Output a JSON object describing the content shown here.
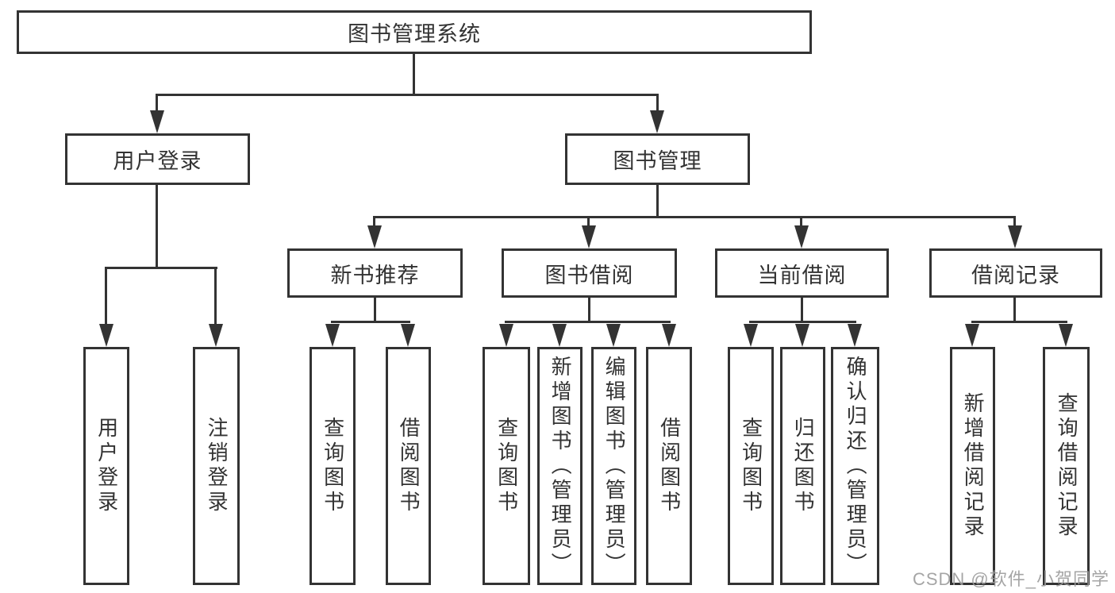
{
  "diagram": {
    "root_label": "图书管理系统",
    "user_branch": {
      "label": "用户登录",
      "leaves": [
        "用户登录",
        "注销登录"
      ]
    },
    "book_branch": {
      "label": "图书管理",
      "sections": [
        {
          "label": "新书推荐",
          "leaves": [
            "查询图书",
            "借阅图书"
          ]
        },
        {
          "label": "图书借阅",
          "leaves": [
            "查询图书",
            "新增图书（管理员）",
            "编辑图书（管理员）",
            "借阅图书"
          ]
        },
        {
          "label": "当前借阅",
          "leaves": [
            "查询图书",
            "归还图书",
            "确认归还（管理员）"
          ]
        },
        {
          "label": "借阅记录",
          "leaves": [
            "新增借阅记录",
            "查询借阅记录"
          ]
        }
      ]
    }
  },
  "watermark": "CSDN @软件_小贺同学",
  "colors": {
    "line": "#333333",
    "text": "#333333",
    "watermark": "#9c9c9c",
    "background": "#ffffff"
  }
}
